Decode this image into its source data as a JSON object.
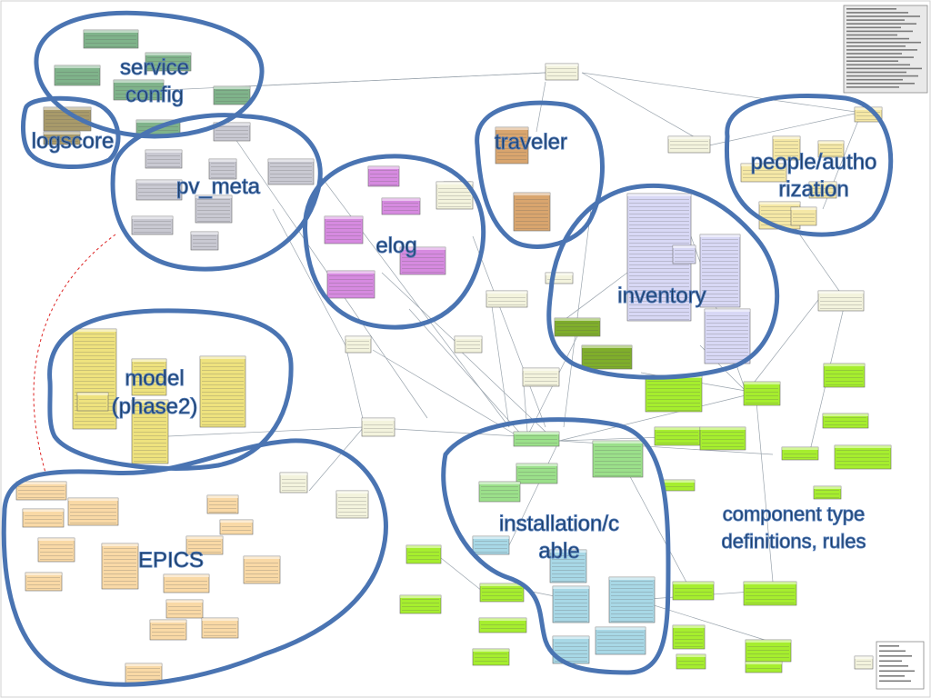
{
  "diagram": {
    "title": "",
    "colors": {
      "region_border": "#4a74b2",
      "label_text": "#17375e",
      "service_config": "#7fb38a",
      "logscore": "#a89a6a",
      "pv_meta": "#c9c9d2",
      "elog": "#d68ae0",
      "traveler": "#d9a56e",
      "people_authorization": "#f5e8a6",
      "inventory": "#d8d8f5",
      "inventory_green": "#7fae2b",
      "model_phase2": "#eee27e",
      "epics": "#f9d9a6",
      "installation_cable": "#a8d8e6",
      "installation_green": "#9be08a",
      "component_type": "#a6ee2e",
      "epics_misc": "#f3f3dd"
    },
    "regions": [
      {
        "id": "service-config",
        "label": "service\nconfig"
      },
      {
        "id": "logscore",
        "label": "logscore"
      },
      {
        "id": "pv-meta",
        "label": "pv_meta"
      },
      {
        "id": "elog",
        "label": "elog"
      },
      {
        "id": "traveler",
        "label": "traveler"
      },
      {
        "id": "people-authorization",
        "label": "people/autho\nrization"
      },
      {
        "id": "inventory",
        "label": "inventory"
      },
      {
        "id": "model-phase2",
        "label": "model\n(phase2)"
      },
      {
        "id": "epics",
        "label": "EPICS"
      },
      {
        "id": "installation-cable",
        "label": "installation/c\nable"
      },
      {
        "id": "component-type",
        "label": "component type\ndefinitions, rules"
      }
    ]
  }
}
